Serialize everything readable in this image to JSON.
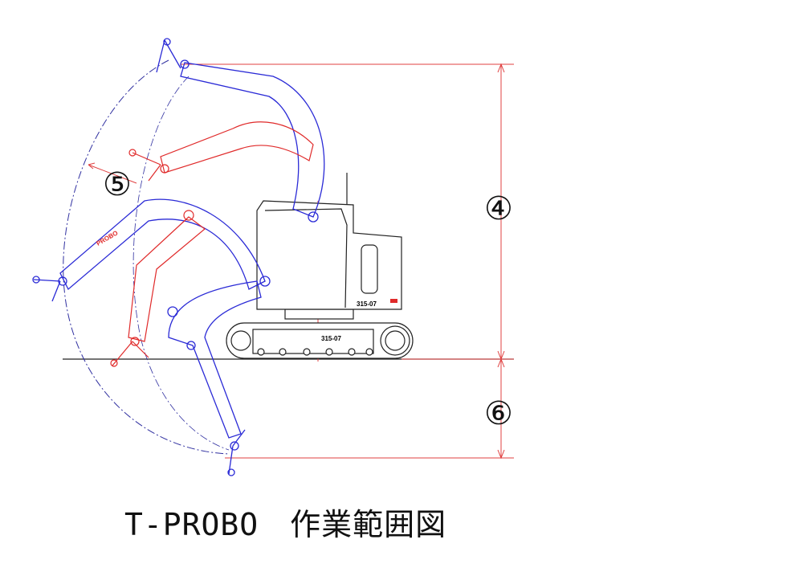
{
  "title": "T-PROBO　作業範囲図",
  "dimensions": {
    "height_label": "④",
    "reach_label": "⑤",
    "depth_label": "⑥"
  },
  "machine": {
    "model_upper": "315-07",
    "model_track": "315-07",
    "boom_logo": "PROBO"
  },
  "colors": {
    "boom_blue": "#2a2ad6",
    "boom_red": "#e02a2a",
    "dimension": "#e04040",
    "body": "#333333"
  }
}
